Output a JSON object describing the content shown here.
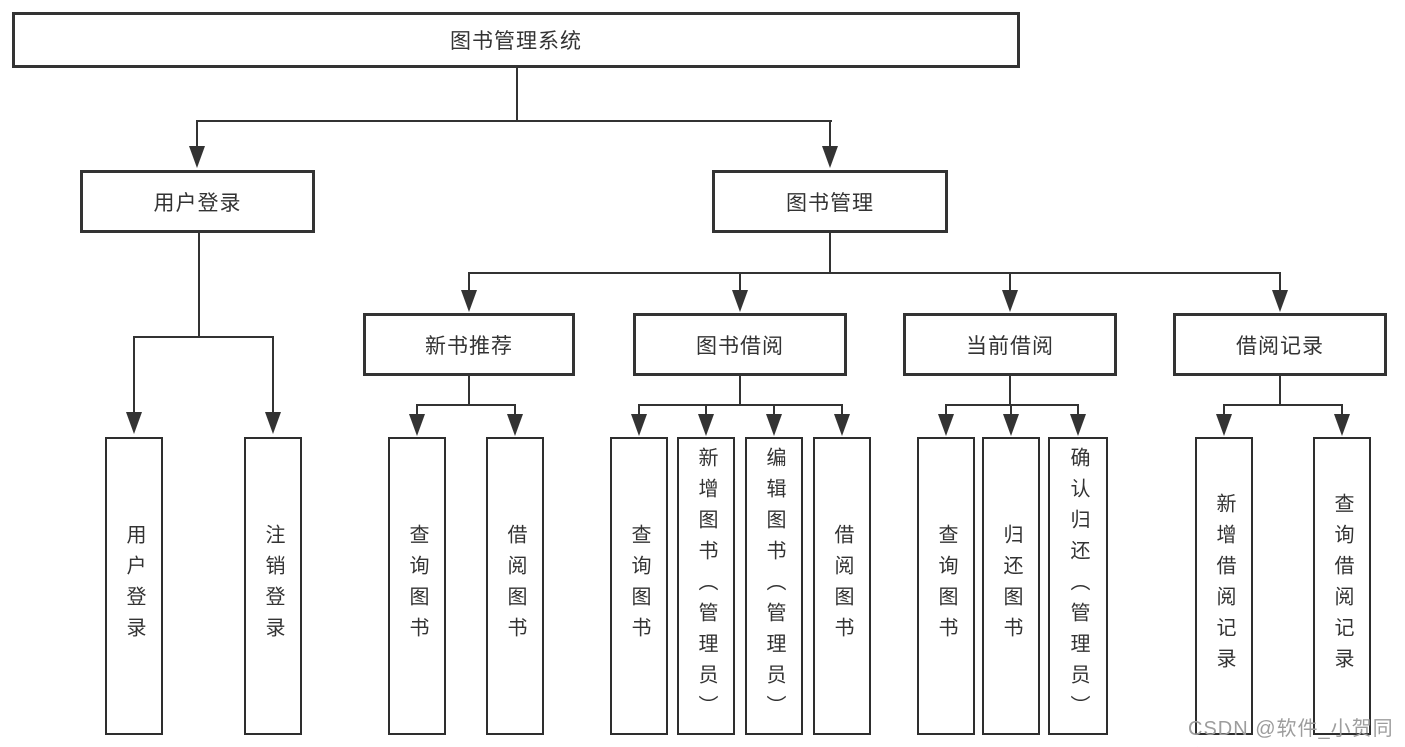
{
  "colors": {
    "line": "#333333",
    "text": "#333333",
    "watermark": "#9d9d9d",
    "background": "#ffffff"
  },
  "watermark": "CSDN @软件_小贺同学",
  "tree": {
    "root": "图书管理系统",
    "branches": [
      {
        "label": "用户登录",
        "children": [
          "用户登录",
          "注销登录"
        ]
      },
      {
        "label": "图书管理",
        "groups": [
          {
            "label": "新书推荐",
            "children": [
              "查询图书",
              "借阅图书"
            ]
          },
          {
            "label": "图书借阅",
            "children": [
              "查询图书",
              "新增图书（管理员）",
              "编辑图书（管理员）",
              "借阅图书"
            ]
          },
          {
            "label": "当前借阅",
            "children": [
              "查询图书",
              "归还图书",
              "确认归还（管理员）"
            ]
          },
          {
            "label": "借阅记录",
            "children": [
              "新增借阅记录",
              "查询借阅记录"
            ]
          }
        ]
      }
    ]
  }
}
